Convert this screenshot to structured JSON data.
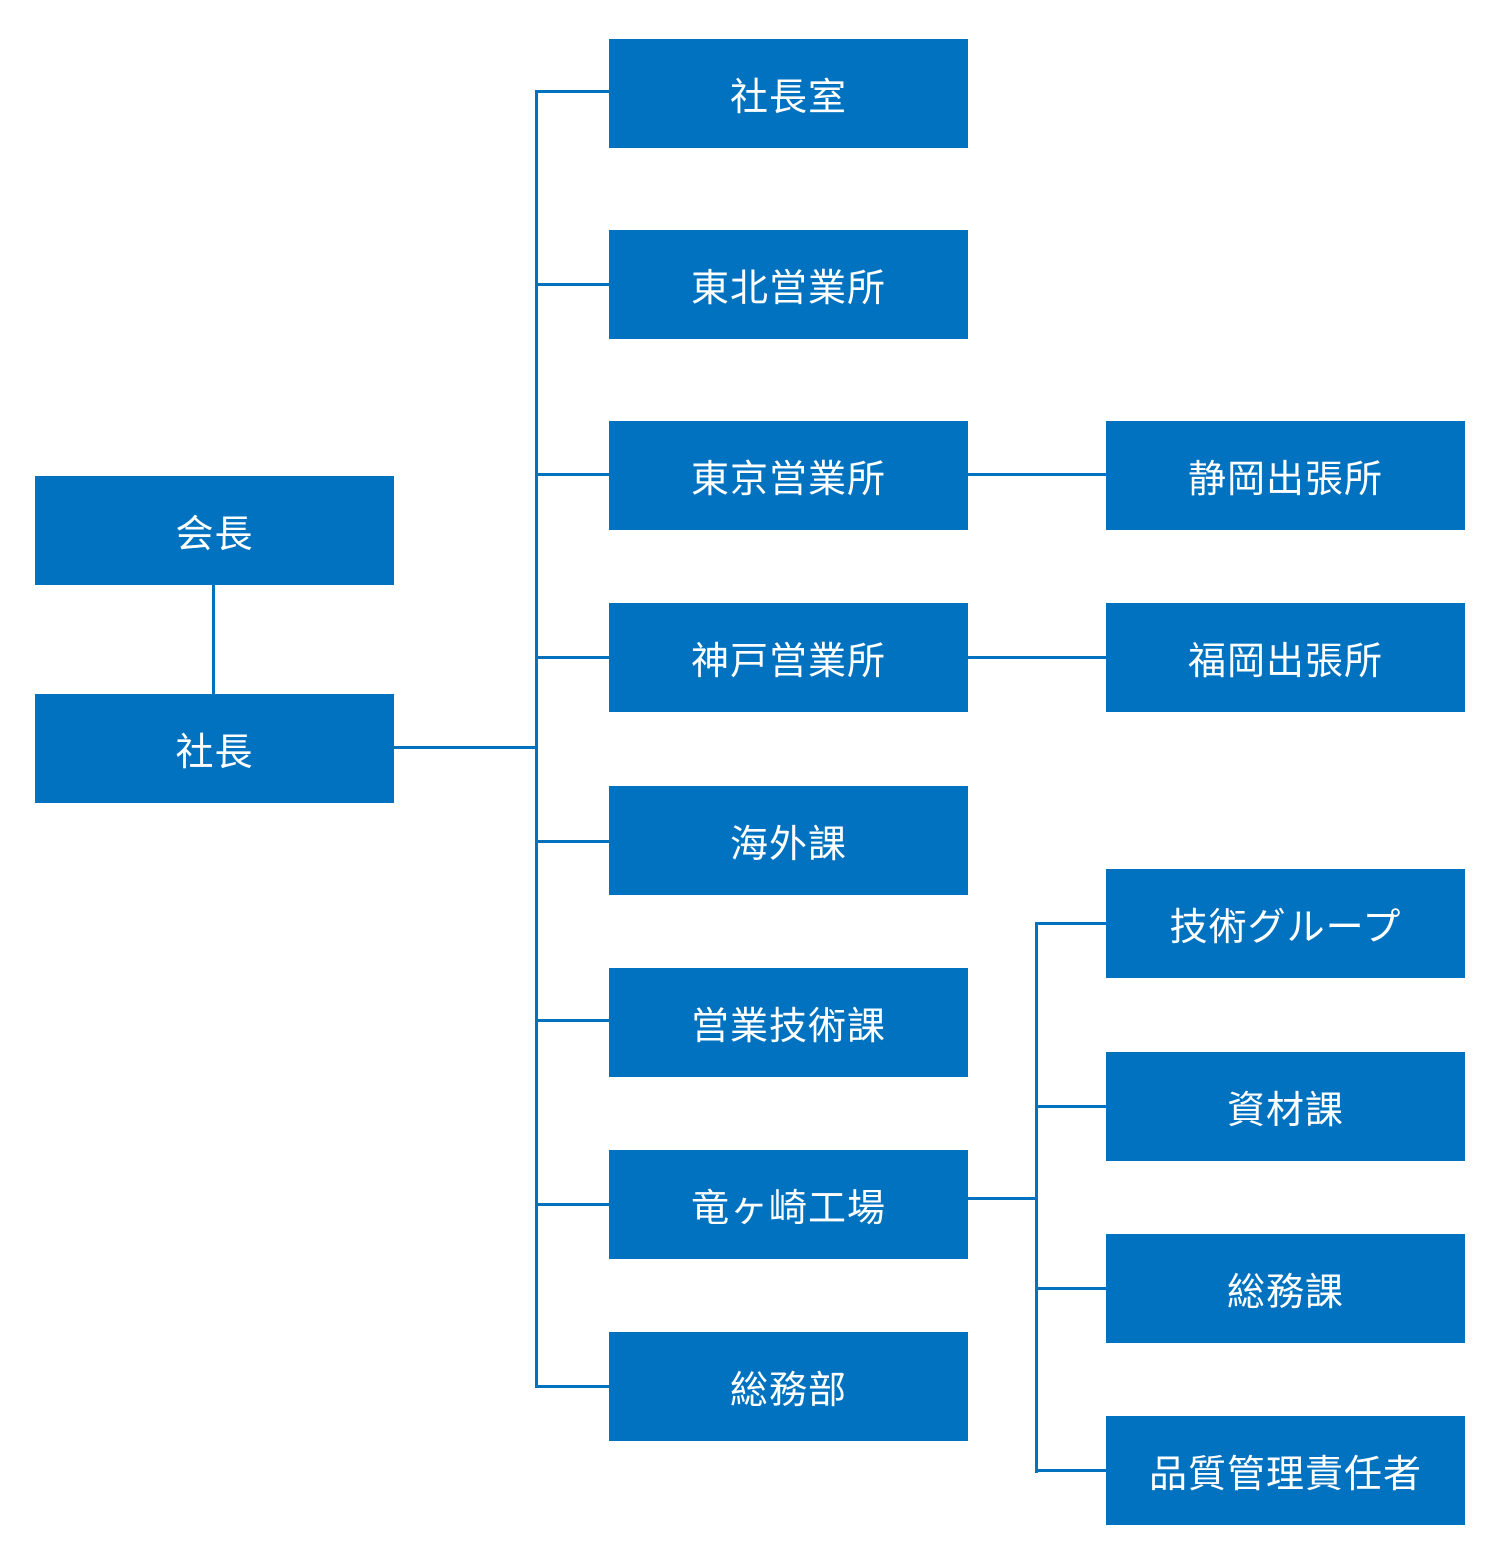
{
  "colors": {
    "box": "#0072bf",
    "line": "#0072bf",
    "text": "#ffffff"
  },
  "org": {
    "chairman": "会長",
    "president": "社長",
    "departments": {
      "president_office": "社長室",
      "tohoku_sales": "東北営業所",
      "tokyo_sales": "東京営業所",
      "kobe_sales": "神戸営業所",
      "overseas": "海外課",
      "sales_engineering": "営業技術課",
      "ryugasaki_factory": "竜ヶ崎工場",
      "general_affairs_dept": "総務部"
    },
    "branches": {
      "shizuoka": "静岡出張所",
      "fukuoka": "福岡出張所"
    },
    "factory_units": {
      "technical_group": "技術グループ",
      "materials": "資材課",
      "general_affairs_section": "総務課",
      "quality_manager": "品質管理責任者"
    }
  }
}
